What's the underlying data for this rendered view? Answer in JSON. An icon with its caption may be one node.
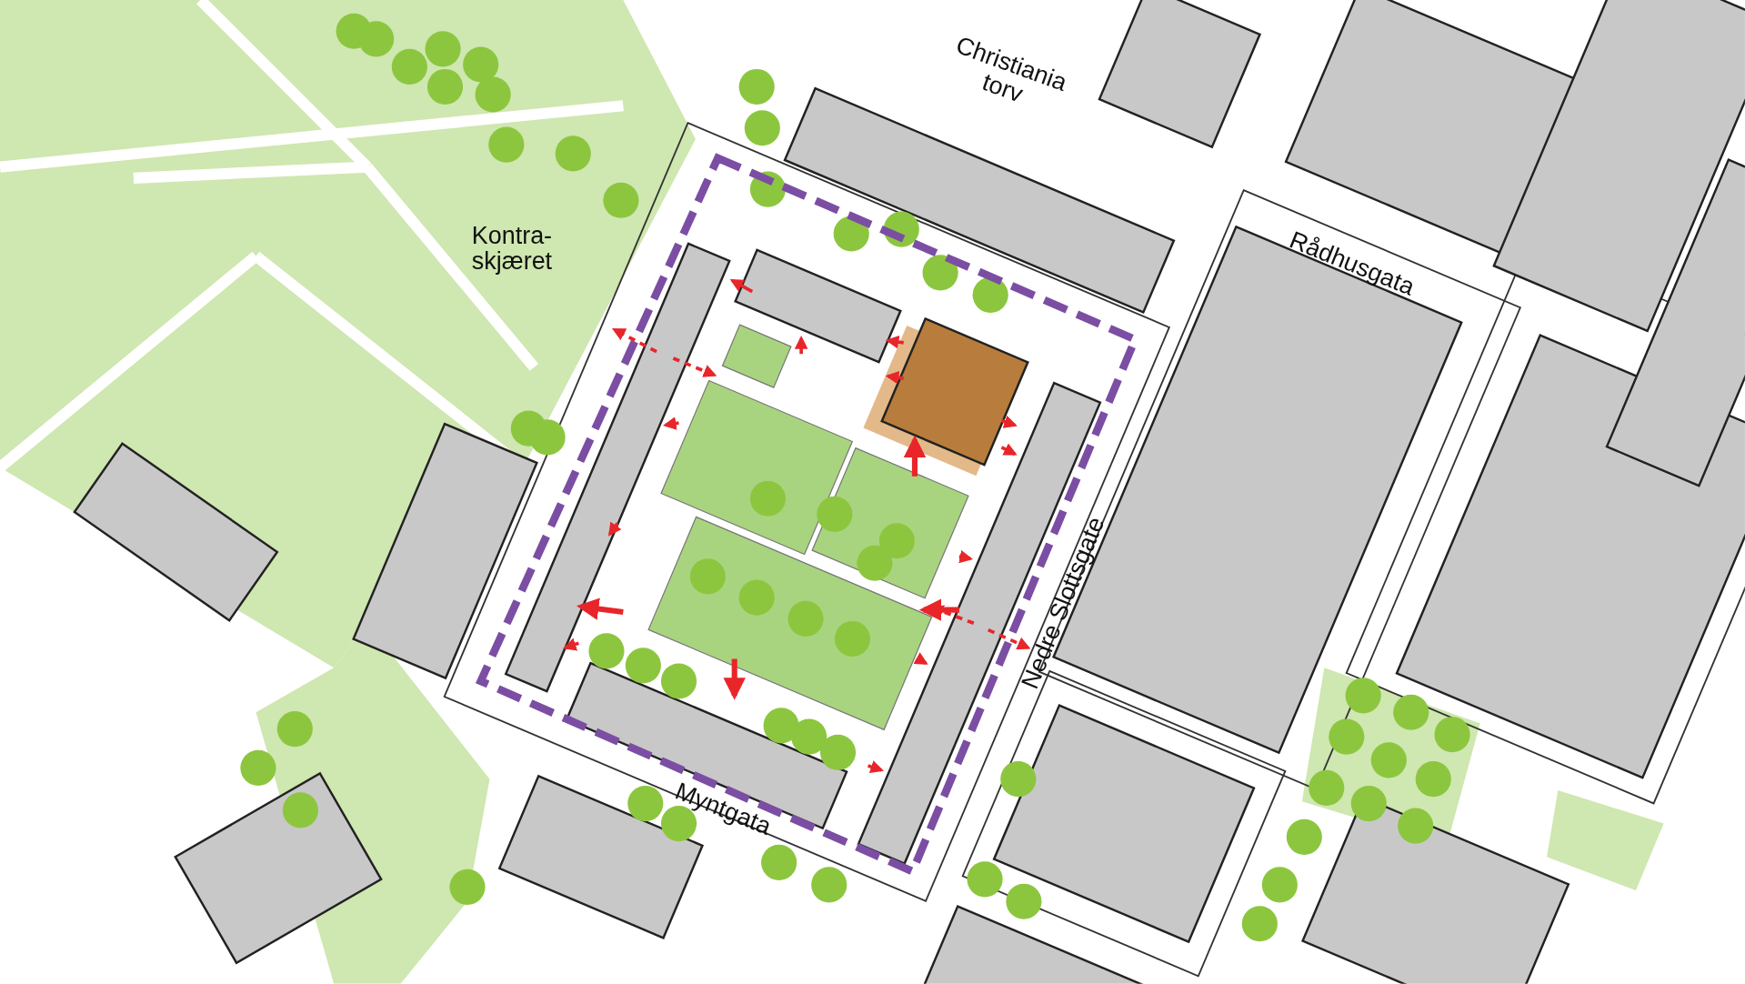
{
  "diagram": {
    "labels": [
      "Christiania torv",
      "Kontra- skjæret",
      "Rådhusgata",
      "Nedre Slottsgate",
      "Myntgata"
    ]
  }
}
